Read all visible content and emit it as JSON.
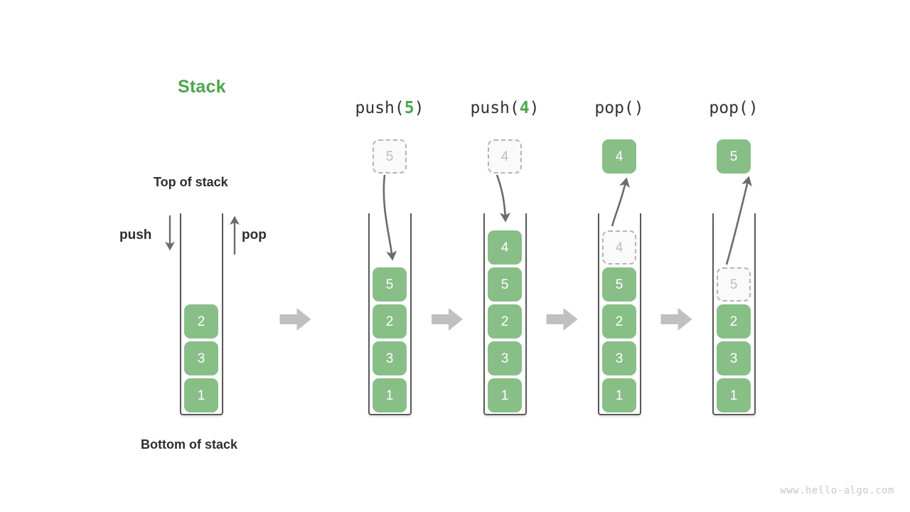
{
  "meta": {
    "watermark": "www.hello-algo.com"
  },
  "legend": {
    "title": "Stack",
    "title_color": "#4CA64C",
    "top_label": "Top of stack",
    "bottom_label": "Bottom of stack",
    "push_label": "push",
    "pop_label": "pop"
  },
  "palette": {
    "cell_fill": "#87BF87",
    "cell_text": "#FFFFFF",
    "ghost_fill": "#FAFAFA",
    "ghost_border": "#B4B4B4",
    "ghost_text": "#BDBDBD",
    "container_stroke": "#5A5A5A",
    "flow_arrow": "#C0C0C0",
    "op_arrow": "#6B6B6B",
    "accent_green": "#4CA64C"
  },
  "columns": [
    {
      "id": "initial",
      "op_prefix": "",
      "op_arg": "",
      "op_suffix": "",
      "has_op_title": false,
      "cells": [
        {
          "value": "2",
          "state": "filled"
        },
        {
          "value": "3",
          "state": "filled"
        },
        {
          "value": "1",
          "state": "filled"
        }
      ],
      "floating": null
    },
    {
      "id": "push-5",
      "op_prefix": "push(",
      "op_arg": "5",
      "op_suffix": ")",
      "has_op_title": true,
      "cells": [
        {
          "value": "5",
          "state": "filled"
        },
        {
          "value": "2",
          "state": "filled"
        },
        {
          "value": "3",
          "state": "filled"
        },
        {
          "value": "1",
          "state": "filled"
        }
      ],
      "floating": {
        "value": "5",
        "state": "ghost",
        "direction": "in"
      }
    },
    {
      "id": "push-4",
      "op_prefix": "push(",
      "op_arg": "4",
      "op_suffix": ")",
      "has_op_title": true,
      "cells": [
        {
          "value": "4",
          "state": "filled"
        },
        {
          "value": "5",
          "state": "filled"
        },
        {
          "value": "2",
          "state": "filled"
        },
        {
          "value": "3",
          "state": "filled"
        },
        {
          "value": "1",
          "state": "filled"
        }
      ],
      "floating": {
        "value": "4",
        "state": "ghost",
        "direction": "in"
      }
    },
    {
      "id": "pop-1",
      "op_prefix": "pop(",
      "op_arg": "",
      "op_suffix": ")",
      "has_op_title": true,
      "cells": [
        {
          "value": "4",
          "state": "ghost"
        },
        {
          "value": "5",
          "state": "filled"
        },
        {
          "value": "2",
          "state": "filled"
        },
        {
          "value": "3",
          "state": "filled"
        },
        {
          "value": "1",
          "state": "filled"
        }
      ],
      "floating": {
        "value": "4",
        "state": "filled",
        "direction": "out"
      }
    },
    {
      "id": "pop-2",
      "op_prefix": "pop(",
      "op_arg": "",
      "op_suffix": ")",
      "has_op_title": true,
      "cells": [
        {
          "value": "5",
          "state": "ghost"
        },
        {
          "value": "2",
          "state": "filled"
        },
        {
          "value": "3",
          "state": "filled"
        },
        {
          "value": "1",
          "state": "filled"
        }
      ],
      "floating": {
        "value": "5",
        "state": "filled",
        "direction": "out"
      }
    }
  ],
  "flow_arrows": 4
}
